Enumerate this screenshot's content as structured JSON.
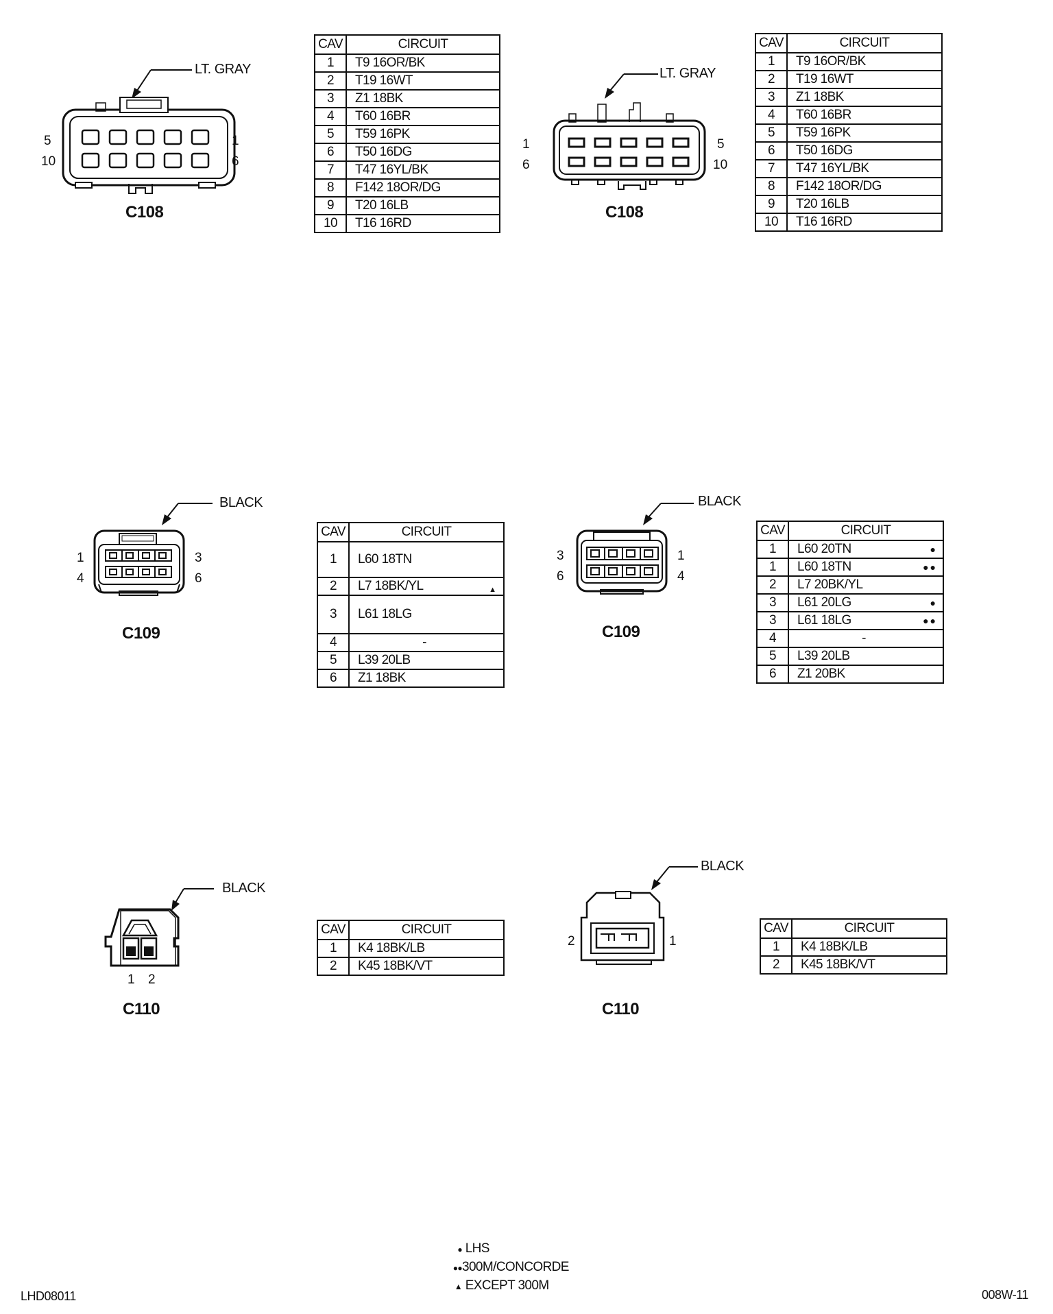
{
  "headers": {
    "cav": "CAV",
    "circuit": "CIRCUIT"
  },
  "blocks": {
    "c108_left": {
      "name": "C108",
      "color": "LT. GRAY",
      "pins": [
        "5",
        "10",
        "1",
        "6"
      ],
      "rows": [
        {
          "cav": "1",
          "circuit": "T9 16OR/BK",
          "mark": ""
        },
        {
          "cav": "2",
          "circuit": "T19 16WT",
          "mark": ""
        },
        {
          "cav": "3",
          "circuit": "Z1 18BK",
          "mark": ""
        },
        {
          "cav": "4",
          "circuit": "T60 16BR",
          "mark": ""
        },
        {
          "cav": "5",
          "circuit": "T59 16PK",
          "mark": ""
        },
        {
          "cav": "6",
          "circuit": "T50 16DG",
          "mark": ""
        },
        {
          "cav": "7",
          "circuit": "T47 16YL/BK",
          "mark": ""
        },
        {
          "cav": "8",
          "circuit": "F142 18OR/DG",
          "mark": ""
        },
        {
          "cav": "9",
          "circuit": "T20 16LB",
          "mark": ""
        },
        {
          "cav": "10",
          "circuit": "T16 16RD",
          "mark": ""
        }
      ]
    },
    "c108_right": {
      "name": "C108",
      "color": "LT. GRAY",
      "pins": [
        "1",
        "6",
        "5",
        "10"
      ],
      "rows": [
        {
          "cav": "1",
          "circuit": "T9 16OR/BK",
          "mark": ""
        },
        {
          "cav": "2",
          "circuit": "T19 16WT",
          "mark": ""
        },
        {
          "cav": "3",
          "circuit": "Z1 18BK",
          "mark": ""
        },
        {
          "cav": "4",
          "circuit": "T60 16BR",
          "mark": ""
        },
        {
          "cav": "5",
          "circuit": "T59 16PK",
          "mark": ""
        },
        {
          "cav": "6",
          "circuit": "T50 16DG",
          "mark": ""
        },
        {
          "cav": "7",
          "circuit": "T47 16YL/BK",
          "mark": ""
        },
        {
          "cav": "8",
          "circuit": "F142 18OR/DG",
          "mark": ""
        },
        {
          "cav": "9",
          "circuit": "T20 16LB",
          "mark": ""
        },
        {
          "cav": "10",
          "circuit": "T16 16RD",
          "mark": ""
        }
      ]
    },
    "c109_left": {
      "name": "C109",
      "color": "BLACK",
      "pins": [
        "1",
        "4",
        "3",
        "6"
      ],
      "rows": [
        {
          "cav": "1",
          "circuit": "L60 18TN",
          "mark": ""
        },
        {
          "cav": "2",
          "circuit": "L7 18BK/YL",
          "mark": "▲"
        },
        {
          "cav": "3",
          "circuit": "L61 18LG",
          "mark": ""
        },
        {
          "cav": "4",
          "circuit": "-",
          "mark": ""
        },
        {
          "cav": "5",
          "circuit": "L39 20LB",
          "mark": ""
        },
        {
          "cav": "6",
          "circuit": "Z1 18BK",
          "mark": ""
        }
      ]
    },
    "c109_right": {
      "name": "C109",
      "color": "BLACK",
      "pins": [
        "3",
        "6",
        "1",
        "4"
      ],
      "rows": [
        {
          "cav": "1",
          "circuit": "L60 20TN",
          "mark": "●"
        },
        {
          "cav": "1",
          "circuit": "L60 18TN",
          "mark": "●●"
        },
        {
          "cav": "2",
          "circuit": "L7 20BK/YL",
          "mark": ""
        },
        {
          "cav": "3",
          "circuit": "L61 20LG",
          "mark": "●"
        },
        {
          "cav": "3",
          "circuit": "L61 18LG",
          "mark": "●●"
        },
        {
          "cav": "4",
          "circuit": "-",
          "mark": ""
        },
        {
          "cav": "5",
          "circuit": "L39 20LB",
          "mark": ""
        },
        {
          "cav": "6",
          "circuit": "Z1 20BK",
          "mark": ""
        }
      ]
    },
    "c110_left": {
      "name": "C110",
      "color": "BLACK",
      "pins": [
        "1",
        "2"
      ],
      "rows": [
        {
          "cav": "1",
          "circuit": "K4 18BK/LB",
          "mark": ""
        },
        {
          "cav": "2",
          "circuit": "K45 18BK/VT",
          "mark": ""
        }
      ]
    },
    "c110_right": {
      "name": "C110",
      "color": "BLACK",
      "pins": [
        "2",
        "1"
      ],
      "rows": [
        {
          "cav": "1",
          "circuit": "K4 18BK/LB",
          "mark": ""
        },
        {
          "cav": "2",
          "circuit": "K45 18BK/VT",
          "mark": ""
        }
      ]
    }
  },
  "legend": [
    {
      "symbol": "●",
      "text": "LHS"
    },
    {
      "symbol": "●●",
      "text": "300M/CONCORDE"
    },
    {
      "symbol": "▲",
      "text": "EXCEPT 300M"
    }
  ],
  "footer": {
    "left": "LHD08011",
    "right": "008W-11"
  }
}
